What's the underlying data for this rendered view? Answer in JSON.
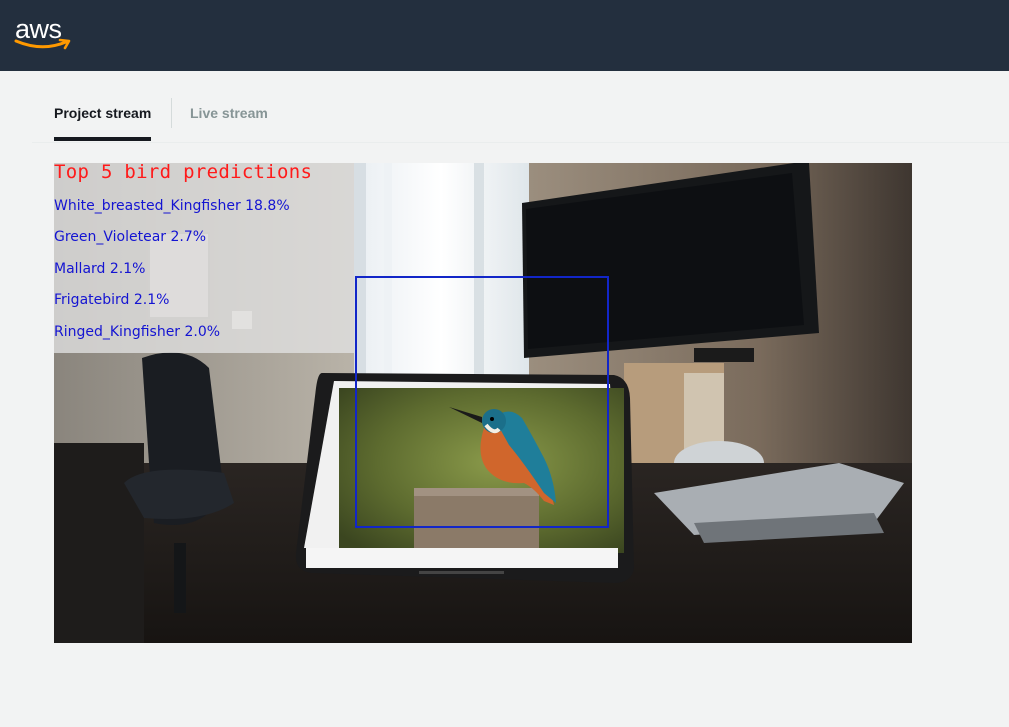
{
  "header": {
    "logo_text": "aws",
    "brand_color": "#232f3e",
    "accent_color": "#ff9900"
  },
  "tabs": [
    {
      "label": "Project stream",
      "active": true
    },
    {
      "label": "Live stream",
      "active": false
    }
  ],
  "stream": {
    "title": "Top 5 bird predictions",
    "predictions": [
      {
        "text": "White_breasted_Kingfisher 18.8%"
      },
      {
        "text": "Green_Violetear 2.7%"
      },
      {
        "text": "Mallard 2.1%"
      },
      {
        "text": "Frigatebird 2.1%"
      },
      {
        "text": "Ringed_Kingfisher 2.0%"
      }
    ],
    "title_color": "#ff1a1a",
    "prediction_color": "#1414d2",
    "box_color": "#1226c8"
  }
}
